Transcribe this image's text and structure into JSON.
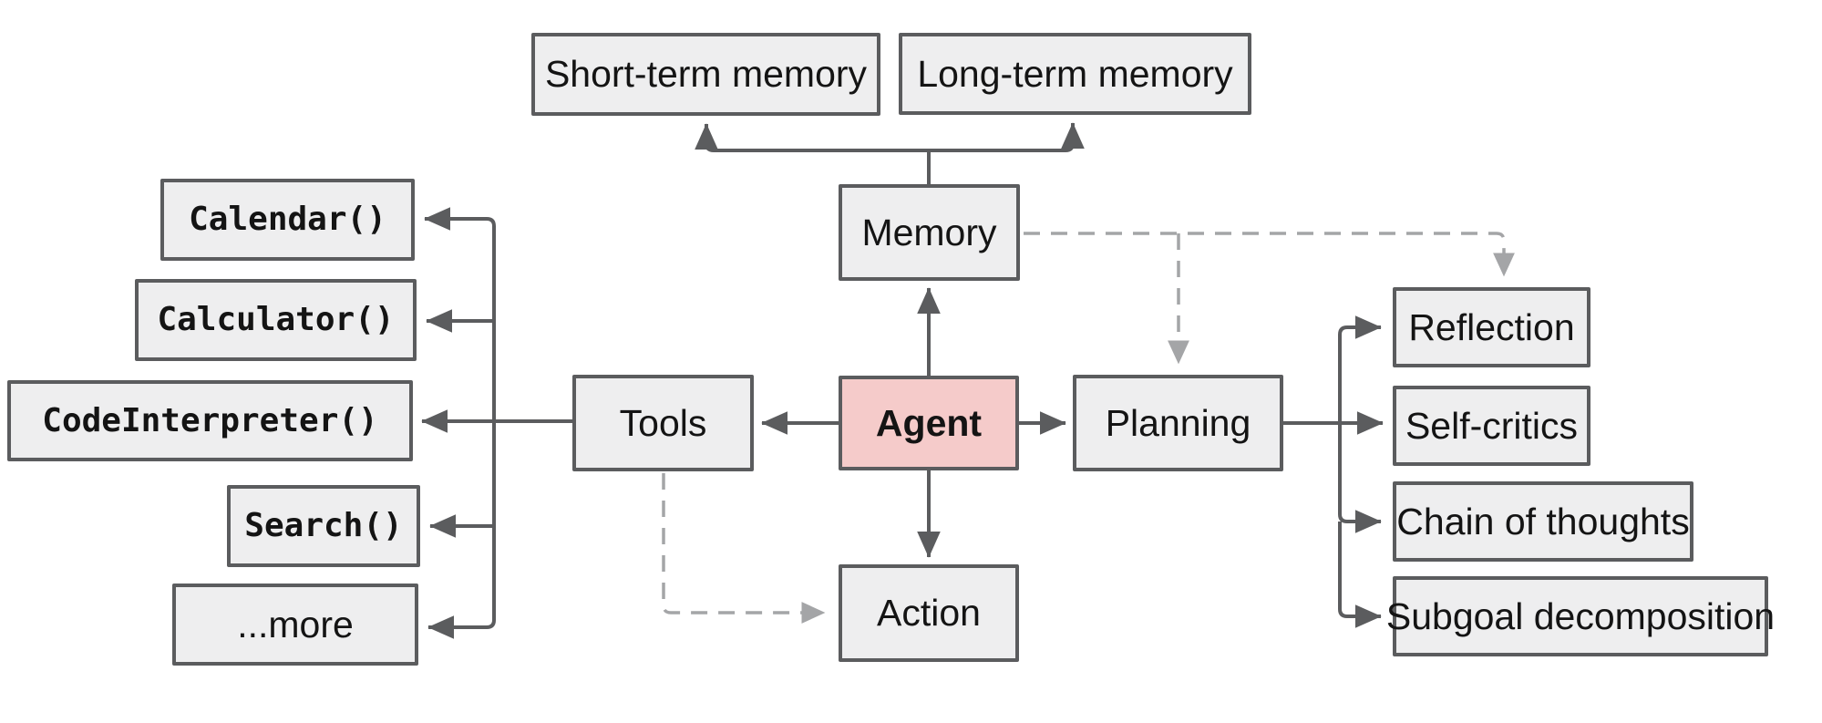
{
  "diagram": {
    "title": "LLM agent overview flowchart",
    "colors": {
      "node_fill": "#eeeeef",
      "node_border": "#5b5c5e",
      "agent_fill": "#f5cbca",
      "solid_edge": "#5b5c5e",
      "dashed_edge": "#a4a5a7",
      "text": "#141414",
      "background": "#ffffff"
    },
    "nodes": {
      "agent": "Agent",
      "memory": "Memory",
      "tools": "Tools",
      "planning": "Planning",
      "action": "Action",
      "short_term_memory": "Short-term memory",
      "long_term_memory": "Long-term memory",
      "calendar": "Calendar()",
      "calculator": "Calculator()",
      "code_interpreter": "CodeInterpreter()",
      "search": "Search()",
      "more": "...more",
      "reflection": "Reflection",
      "self_critics": "Self-critics",
      "chain_of_thoughts": "Chain of thoughts",
      "subgoal_decomposition": "Subgoal decomposition"
    }
  }
}
